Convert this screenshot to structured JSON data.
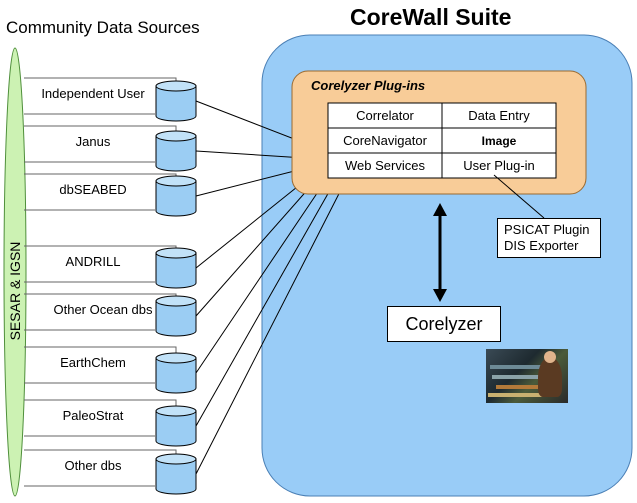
{
  "left_title": "Community Data Sources",
  "right_title": "CoreWall Suite",
  "vertical_label": "SESAR & IGSN",
  "sources": [
    "Independent User",
    "Janus",
    "dbSEABED",
    "ANDRILL",
    "Other Ocean dbs",
    "EarthChem",
    "PaleoStrat",
    "Other dbs"
  ],
  "plugins": {
    "title": "Corelyzer Plug-ins",
    "cells": [
      "Correlator",
      "Data Entry",
      "CoreNavigator",
      "Image",
      "Web Services",
      "User Plug-in"
    ]
  },
  "psicat": [
    "PSICAT Plugin",
    "DIS Exporter"
  ],
  "corelyzer": "Corelyzer",
  "colors": {
    "ellipse": "#ccf2b3",
    "suite_bg": "#99ccf7",
    "plugins_bg": "#f8cc98",
    "cylinder": "#9bcdf3",
    "cylinder_top": "#c2e2f8"
  }
}
